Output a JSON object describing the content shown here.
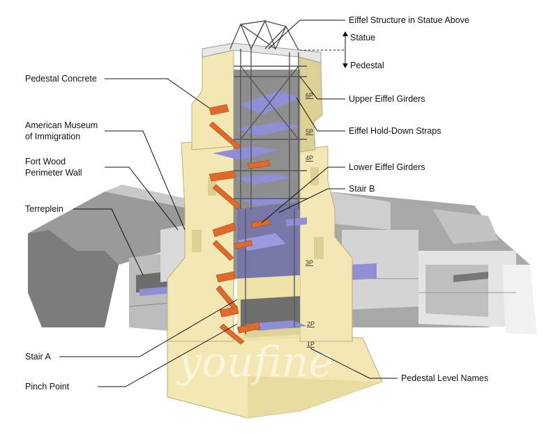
{
  "labels": {
    "eiffel_structure": "Eiffel Structure in Statue Above",
    "statue": "Statue",
    "pedestal": "Pedestal",
    "pedestal_concrete": "Pedestal Concrete",
    "museum_line1": "American Museum",
    "museum_line2": "of Immigration",
    "fort_line1": "Fort Wood",
    "fort_line2": "Perimeter Wall",
    "terreplein": "Terreplein",
    "upper_girders": "Upper Eiffel Girders",
    "hold_down": "Eiffel Hold-Down Straps",
    "lower_girders": "Lower Eiffel Girders",
    "stair_b": "Stair B",
    "stair_a": "Stair A",
    "pinch_point": "Pinch Point",
    "level_names": "Pedestal Level Names"
  },
  "levels": [
    "6P",
    "5P",
    "4P",
    "3P",
    "2P",
    "1P"
  ],
  "watermark": "youfine",
  "colors": {
    "concrete": "#f3e8b3",
    "concrete_shade": "#ddd095",
    "wall_gray": "#8e8e8e",
    "floor_blue": "#8f8fd8",
    "stair_orange": "#e06a2a",
    "steel": "#6a6a6a"
  }
}
